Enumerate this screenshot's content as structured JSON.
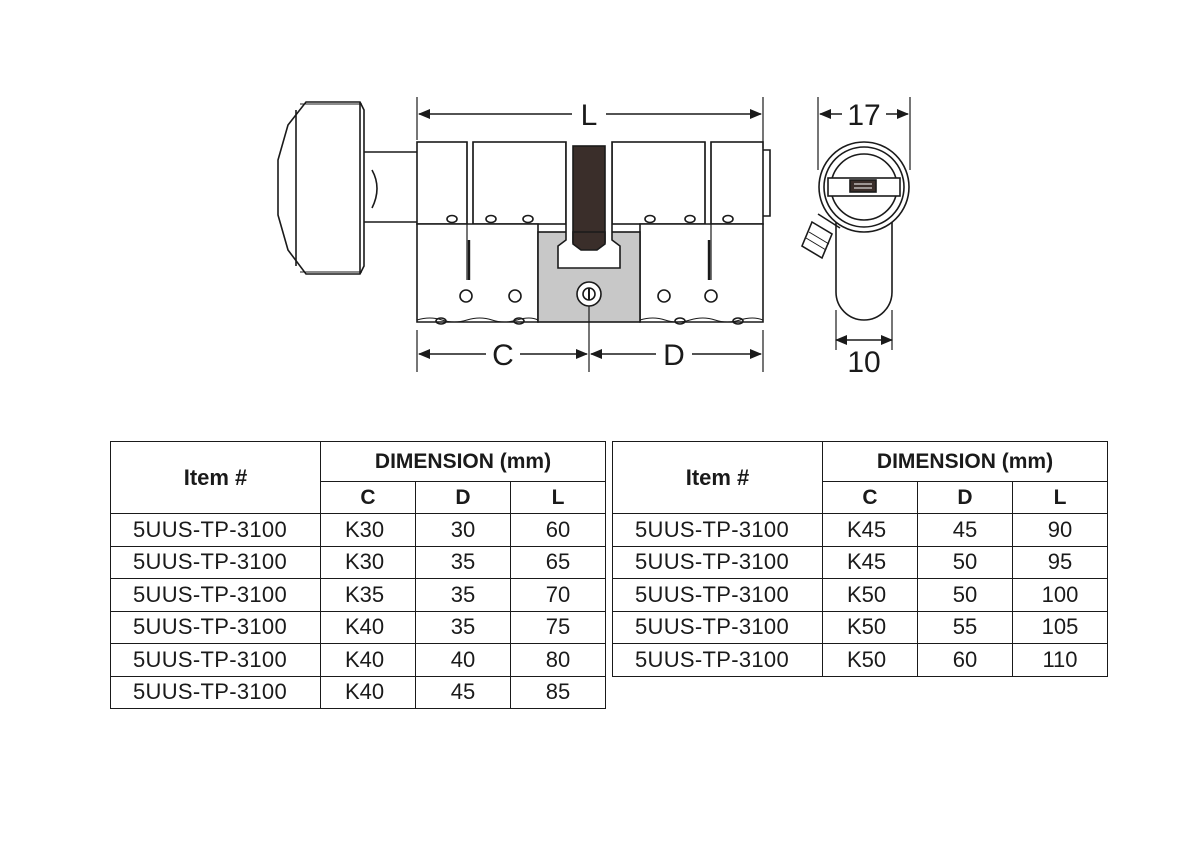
{
  "drawing": {
    "labels": {
      "length": "L",
      "c": "C",
      "d": "D",
      "profile_width": "17",
      "profile_tail": "10"
    }
  },
  "tables": [
    {
      "item_header": "Item #",
      "dimension_header": "DIMENSION (mm)",
      "sub_headers": [
        "C",
        "D",
        "L"
      ],
      "rows": [
        {
          "item": "5UUS-TP-3100",
          "c": "K30",
          "d": "30",
          "l": "60"
        },
        {
          "item": "5UUS-TP-3100",
          "c": "K30",
          "d": "35",
          "l": "65"
        },
        {
          "item": "5UUS-TP-3100",
          "c": "K35",
          "d": "35",
          "l": "70"
        },
        {
          "item": "5UUS-TP-3100",
          "c": "K40",
          "d": "35",
          "l": "75"
        },
        {
          "item": "5UUS-TP-3100",
          "c": "K40",
          "d": "40",
          "l": "80"
        },
        {
          "item": "5UUS-TP-3100",
          "c": "K40",
          "d": "45",
          "l": "85"
        }
      ]
    },
    {
      "item_header": "Item #",
      "dimension_header": "DIMENSION (mm)",
      "sub_headers": [
        "C",
        "D",
        "L"
      ],
      "rows": [
        {
          "item": "5UUS-TP-3100",
          "c": "K45",
          "d": "45",
          "l": "90"
        },
        {
          "item": "5UUS-TP-3100",
          "c": "K45",
          "d": "50",
          "l": "95"
        },
        {
          "item": "5UUS-TP-3100",
          "c": "K50",
          "d": "50",
          "l": "100"
        },
        {
          "item": "5UUS-TP-3100",
          "c": "K50",
          "d": "55",
          "l": "105"
        },
        {
          "item": "5UUS-TP-3100",
          "c": "K50",
          "d": "60",
          "l": "110"
        }
      ]
    }
  ]
}
